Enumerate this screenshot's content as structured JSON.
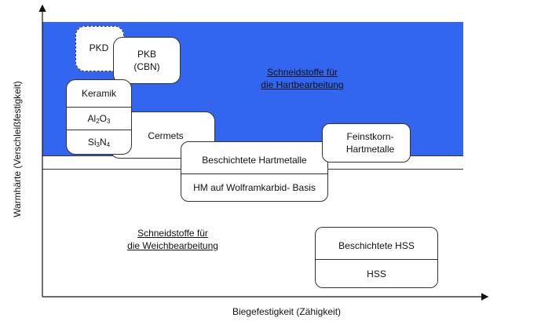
{
  "axes": {
    "x_label": "Biegefestigkeit (Zähigkeit)",
    "y_label": "Warmhärte (Verschleißfestigkeit)"
  },
  "regions": {
    "hard": {
      "line1": "Schneidstoffe für",
      "line2": "die Hartbearbeitung",
      "color": "#3366ee"
    },
    "soft": {
      "line1": "Schneidstoffe für",
      "line2": "die Weichbearbeitung"
    }
  },
  "materials": {
    "pkd": "PKD",
    "pkb": {
      "line1": "PKB",
      "line2": "(CBN)"
    },
    "keramik": {
      "title": "Keramik",
      "al2o3": {
        "el1": "Al",
        "n1": "2",
        "el2": "O",
        "n2": "3"
      },
      "si3n4": {
        "el1": "Si",
        "n1": "3",
        "el2": "N",
        "n2": "4"
      }
    },
    "cermets": "Cermets",
    "feinstkorn": {
      "line1": "Feinstkorn-",
      "line2": "Hartmetalle"
    },
    "hartmetall": {
      "coated": "Beschichtete Hartmetalle",
      "base": "HM auf Wolframkarbid- Basis"
    },
    "hss": {
      "coated": "Beschichtete HSS",
      "base": "HSS"
    }
  }
}
